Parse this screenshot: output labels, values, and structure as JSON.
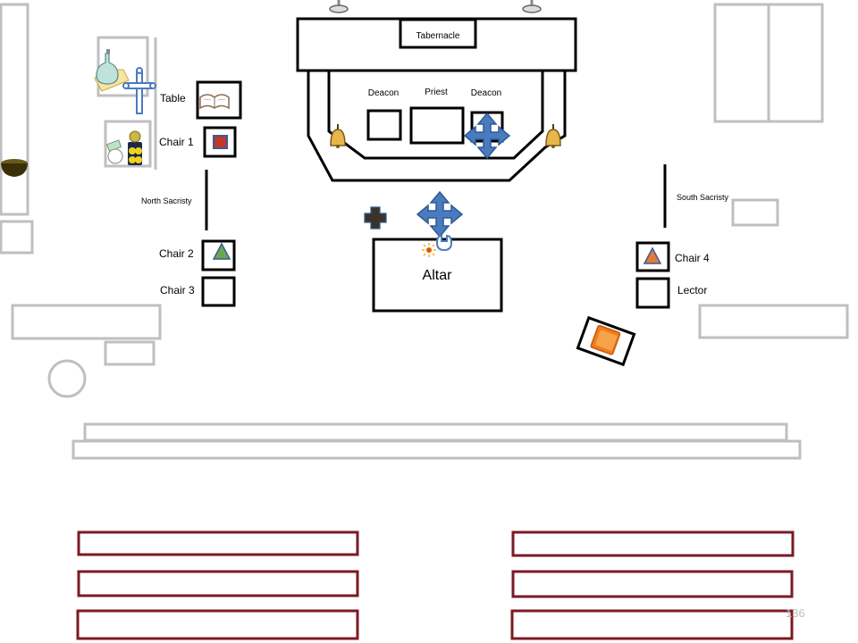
{
  "labels": {
    "tabernacle": "Tabernacle",
    "deacon_left": "Deacon",
    "priest": "Priest",
    "deacon_right": "Deacon",
    "table": "Table",
    "chair_1": "Chair 1",
    "north_sacristy": "North Sacristy",
    "chair_2": "Chair 2",
    "chair_3": "Chair 3",
    "altar": "Altar",
    "south_sacristy": "South Sacristy",
    "chair_4": "Chair 4",
    "lector": "Lector"
  },
  "page_number": "136",
  "colors": {
    "structure": "#bfbfbf",
    "pews": "#7b1a22",
    "marker_blue": "#4a7bbf",
    "marker_dark": "#3a3428",
    "book_orange": "#f07d1a",
    "triangle_green": "#6aa84f",
    "triangle_orange": "#e07b39"
  },
  "icons": [
    "candlestick-icon",
    "cruets-icon",
    "processional-cross-icon",
    "book-icon",
    "chalice-icon",
    "bowl-icon",
    "bell-icon",
    "move-arrows-icon",
    "person-cross-icon",
    "sun-icon",
    "lectionary-icon",
    "triangle-icon"
  ]
}
